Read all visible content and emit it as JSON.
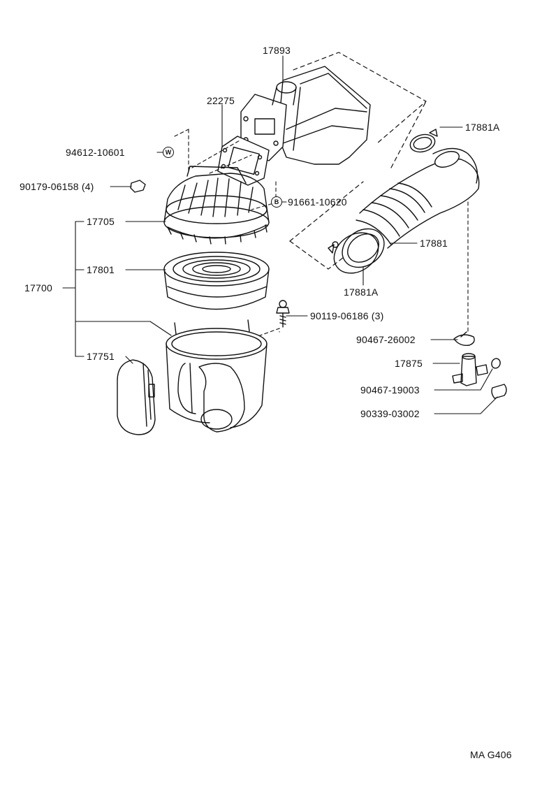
{
  "labels": {
    "p17893": "17893",
    "p22275": "22275",
    "p94612": "94612-10601",
    "p90179": "90179-06158 (4)",
    "p91661": "91661-10620",
    "p17705": "17705",
    "p17801": "17801",
    "p17700": "17700",
    "p90119": "90119-06186 (3)",
    "p17751": "17751",
    "p17881A_top": "17881A",
    "p17881": "17881",
    "p17881A_bot": "17881A",
    "p90467_26002": "90467-26002",
    "p17875": "17875",
    "p90467_19003": "90467-19003",
    "p90339": "90339-03002"
  },
  "markers": {
    "w": "W",
    "b": "B"
  },
  "footer": {
    "code": "MA G406"
  }
}
